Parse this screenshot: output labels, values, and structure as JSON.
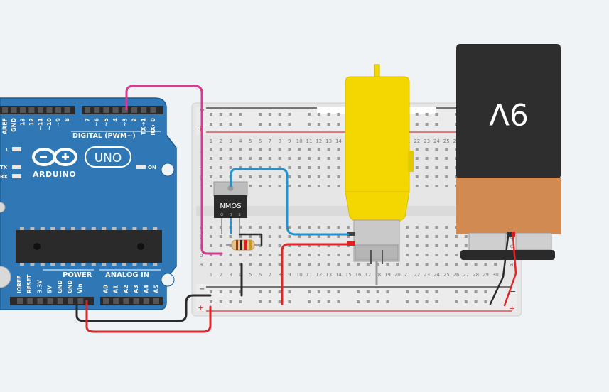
{
  "arduino": {
    "brand": "ARDUINO",
    "model": "UNO",
    "digital_label": "DIGITAL (PWM~)",
    "power_label": "POWER",
    "analog_label": "ANALOG IN",
    "on_label": "ON",
    "l_label": "L",
    "tx_label": "TX",
    "rx_label": "RX",
    "digital_pins": [
      "AREF",
      "GND",
      "13",
      "12",
      "~11",
      "~10",
      "~9",
      "8",
      "7",
      "~6",
      "~5",
      "4",
      "~3",
      "2",
      "TX→1",
      "RX←0"
    ],
    "power_pins": [
      "IOREF",
      "RESET",
      "3.3V",
      "5V",
      "GND",
      "GND",
      "Vin"
    ],
    "analog_pins": [
      "A0",
      "A1",
      "A2",
      "A3",
      "A4",
      "A5"
    ]
  },
  "breadboard": {
    "row_letters_top": [
      "j",
      "i",
      "h",
      "g",
      "f"
    ],
    "row_letters_bottom": [
      "e",
      "d",
      "c",
      "b",
      "a"
    ],
    "column_count": 30,
    "minus_label": "−",
    "plus_label": "+"
  },
  "transistor": {
    "label": "NMOS",
    "pins": [
      "G",
      "D",
      "S"
    ]
  },
  "battery": {
    "label": "9V"
  },
  "colors": {
    "board": "#2f78b5",
    "wire_pink": "#d63a92",
    "wire_blue": "#2392d1",
    "wire_red": "#e0262a",
    "wire_black": "#2b2b2b",
    "motor": "#f4d600",
    "battery_top": "#2e2e2e",
    "battery_bottom": "#d08a52"
  }
}
